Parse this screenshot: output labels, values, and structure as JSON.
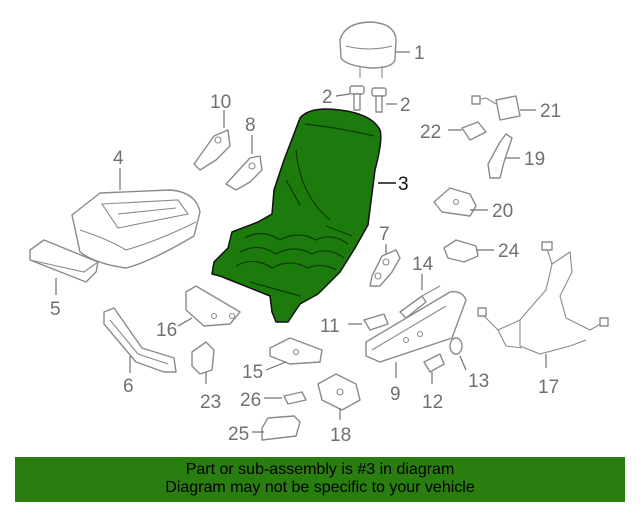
{
  "diagram": {
    "highlight_color": "#1d7a0c",
    "line_color": "#8a8a8a",
    "highlighted_part": "3",
    "callouts": {
      "c1": "1",
      "c2a": "2",
      "c2b": "2",
      "c3": "3",
      "c4": "4",
      "c5": "5",
      "c6": "6",
      "c7": "7",
      "c8": "8",
      "c9": "9",
      "c10": "10",
      "c11": "11",
      "c12": "12",
      "c13": "13",
      "c14": "14",
      "c15": "15",
      "c16": "16",
      "c17": "17",
      "c18": "18",
      "c19": "19",
      "c20": "20",
      "c21": "21",
      "c22": "22",
      "c23": "23",
      "c24": "24",
      "c25": "25",
      "c26": "26"
    }
  },
  "footer": {
    "background": "#2a7d0f",
    "line1": "Part or sub-assembly is #3 in diagram",
    "line2": "Diagram may not be specific to your vehicle"
  }
}
